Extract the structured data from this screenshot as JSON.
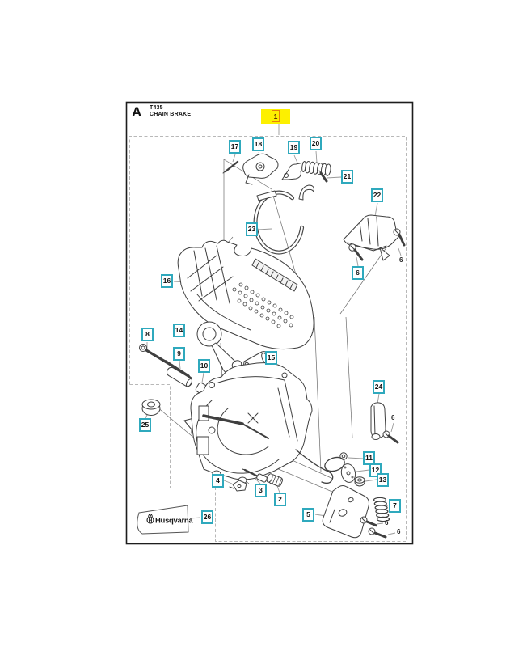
{
  "header": {
    "section_letter": "A",
    "model": "T435",
    "section_title": "CHAIN BRAKE"
  },
  "highlighted_callout": {
    "label": "1"
  },
  "callouts": [
    {
      "label": "17"
    },
    {
      "label": "18"
    },
    {
      "label": "19"
    },
    {
      "label": "20"
    },
    {
      "label": "21"
    },
    {
      "label": "22"
    },
    {
      "label": "23"
    },
    {
      "label": "6"
    },
    {
      "label": "16"
    },
    {
      "label": "8"
    },
    {
      "label": "14"
    },
    {
      "label": "9"
    },
    {
      "label": "10"
    },
    {
      "label": "15"
    },
    {
      "label": "25"
    },
    {
      "label": "24"
    },
    {
      "label": "11"
    },
    {
      "label": "12"
    },
    {
      "label": "13"
    },
    {
      "label": "4"
    },
    {
      "label": "3"
    },
    {
      "label": "2"
    },
    {
      "label": "5"
    },
    {
      "label": "7"
    },
    {
      "label": "26"
    }
  ],
  "plain_labels": [
    {
      "label": "6"
    },
    {
      "label": "6"
    },
    {
      "label": "6"
    },
    {
      "label": "6"
    }
  ],
  "brand": {
    "logo_text": "Husqvarna"
  },
  "colors": {
    "callout_border": "#2fa9bd",
    "highlight_fill": "#fdf000",
    "highlight_border": "#e8820a",
    "line_art": "#3f3f3f",
    "dashed_border": "#b8b8b8"
  }
}
